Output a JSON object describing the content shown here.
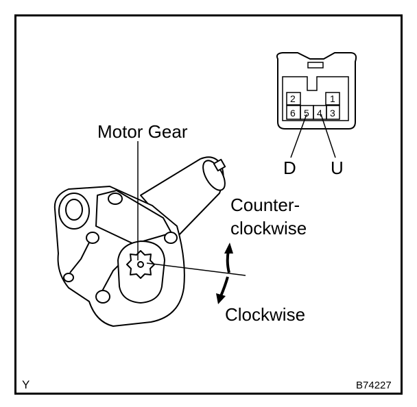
{
  "labels": {
    "motor_gear": "Motor Gear",
    "counter_line1": "Counter-",
    "counter_line2": "clockwise",
    "clockwise": "Clockwise",
    "terminal_d": "D",
    "terminal_u": "U",
    "corner_letter": "Y",
    "figure_code": "B74227"
  },
  "connector": {
    "pins": [
      "2",
      "1",
      "6",
      "5",
      "4",
      "3"
    ]
  }
}
